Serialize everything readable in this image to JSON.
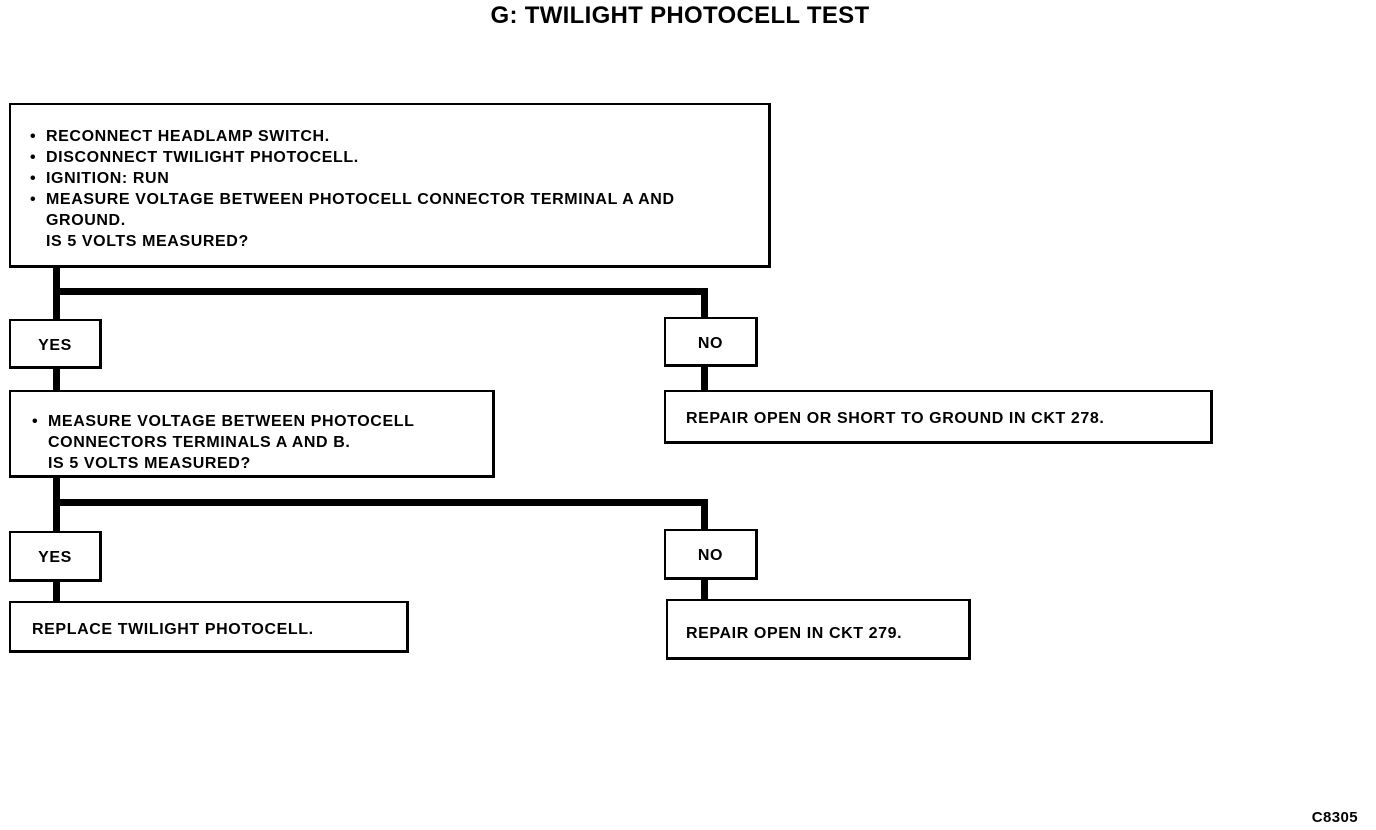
{
  "title": "G: TWILIGHT PHOTOCELL TEST",
  "step1": {
    "items": [
      "RECONNECT HEADLAMP SWITCH.",
      "DISCONNECT TWILIGHT PHOTOCELL.",
      "IGNITION: RUN",
      "MEASURE VOLTAGE BETWEEN PHOTOCELL CONNECTOR TERMINAL A AND GROUND."
    ],
    "question": "IS 5 VOLTS MEASURED?"
  },
  "step1_yes": "YES",
  "step1_no": "NO",
  "step1_no_action": "REPAIR OPEN OR SHORT TO GROUND IN CKT 278.",
  "step2": {
    "items": [
      "MEASURE VOLTAGE BETWEEN PHOTOCELL CONNECTORS TERMINALS A AND B."
    ],
    "question": "IS 5 VOLTS MEASURED?"
  },
  "step2_yes": "YES",
  "step2_no": "NO",
  "step2_yes_action": "REPLACE TWILIGHT PHOTOCELL.",
  "step2_no_action": "REPAIR OPEN IN CKT 279.",
  "figure_code": "C8305"
}
